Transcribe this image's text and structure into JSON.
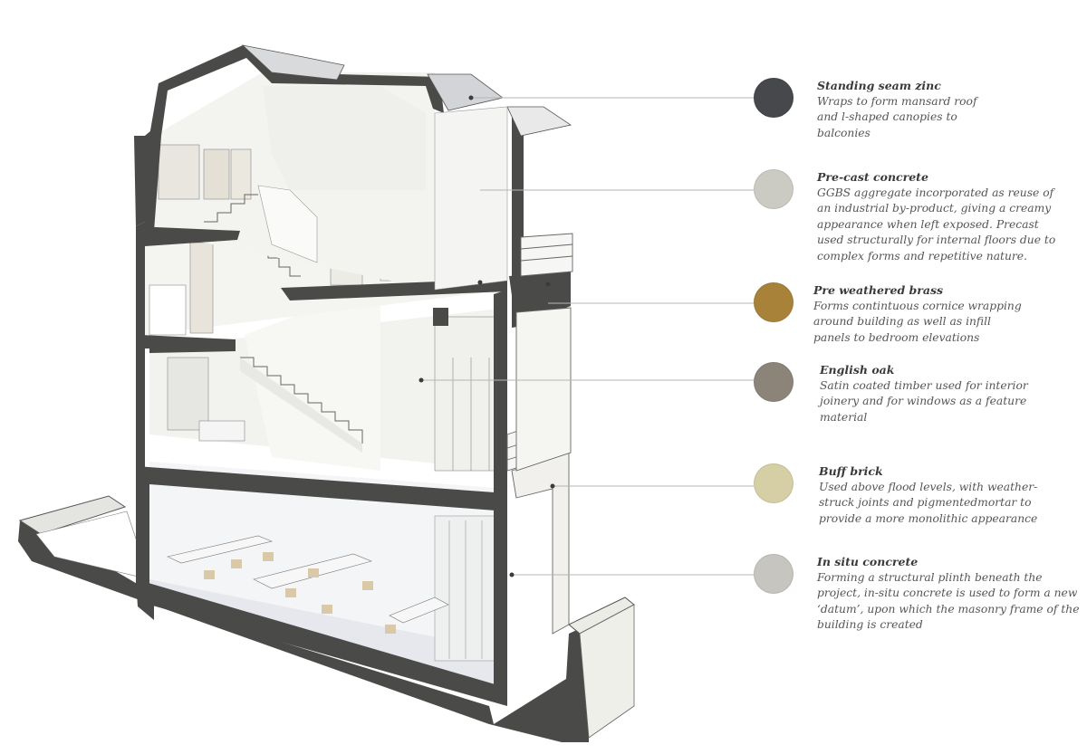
{
  "materials": [
    {
      "title": "Standing seam zinc",
      "description": "Wraps to form mansard roof and l-shaped canopies to balconies",
      "color": "#47484c",
      "swatch_icon": "zinc-swatch-icon"
    },
    {
      "title": "Pre-cast concrete",
      "description": "GGBS aggregate incorporated as reuse of an industrial by-product, giving a creamy appearance when left exposed. Precast used structurally for internal floors due to complex forms and repetitive nature.",
      "color": "#cbcac3",
      "swatch_icon": "precast-concrete-swatch-icon"
    },
    {
      "title": "Pre weathered brass",
      "description": "Forms contintuous cornice wrapping around building as well as infill panels to bedroom elevations",
      "color": "#a9823a",
      "swatch_icon": "brass-swatch-icon"
    },
    {
      "title": "English oak",
      "description": "Satin coated timber used for interior joinery and for windows as a feature material",
      "color": "#8d8479",
      "swatch_icon": "oak-swatch-icon"
    },
    {
      "title": "Buff brick",
      "description": "Used above flood levels, with weather-struck joints and pigmentedmortar to provide a more monolithic appearance",
      "color": "#d6cfa5",
      "swatch_icon": "brick-swatch-icon"
    },
    {
      "title": "In situ concrete",
      "description": "Forming a structural plinth beneath the project, in-situ concrete is used to form a new ‘datum’, upon which the masonry frame of the building is created",
      "color": "#c7c5bf",
      "swatch_icon": "insitu-concrete-swatch-icon"
    }
  ],
  "colors": {
    "structure": "#4a4a48",
    "interior_wall": "#f1f1ee",
    "floor_tone": "#e9ebee",
    "leader_line": "#b5b5b5"
  }
}
